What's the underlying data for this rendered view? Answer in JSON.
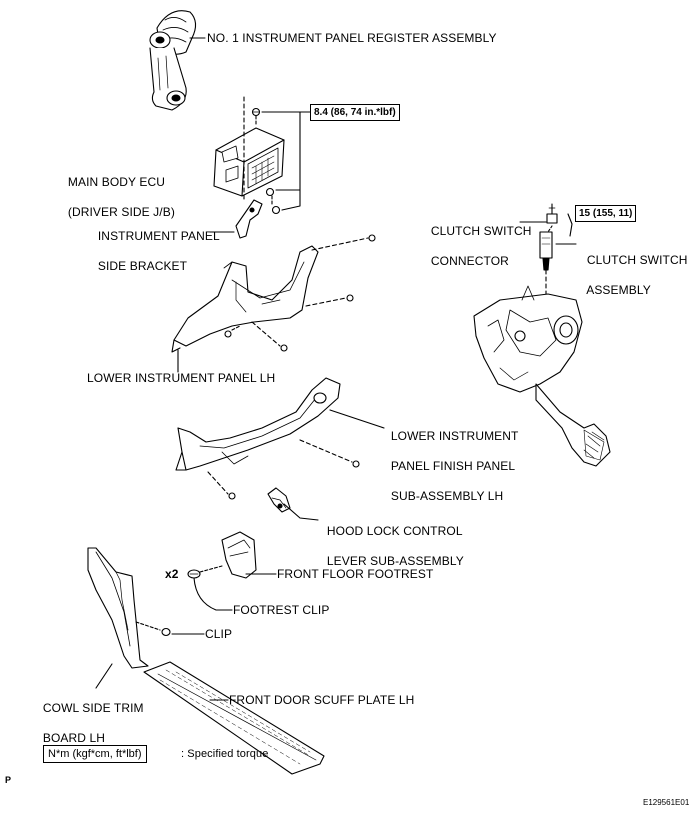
{
  "labels": {
    "register": "NO. 1 INSTRUMENT PANEL REGISTER ASSEMBLY",
    "ecu_line1": "MAIN BODY ECU",
    "ecu_line2": "(DRIVER SIDE J/B)",
    "bracket_line1": "INSTRUMENT PANEL",
    "bracket_line2": "SIDE BRACKET",
    "clutch_conn_line1": "CLUTCH SWITCH",
    "clutch_conn_line2": "CONNECTOR",
    "clutch_sw_line1": "CLUTCH SWITCH",
    "clutch_sw_line2": "ASSEMBLY",
    "lower_panel": "LOWER INSTRUMENT PANEL LH",
    "finish_line1": "LOWER INSTRUMENT",
    "finish_line2": "PANEL FINISH PANEL",
    "finish_line3": "SUB-ASSEMBLY LH",
    "hood_line1": "HOOD LOCK CONTROL",
    "hood_line2": "LEVER SUB-ASSEMBLY",
    "footrest": "FRONT FLOOR FOOTREST",
    "x2": "x2",
    "footrest_clip": "FOOTREST CLIP",
    "clip": "CLIP",
    "cowl_line1": "COWL SIDE TRIM",
    "cowl_line2": "BOARD LH",
    "scuff": "FRONT DOOR SCUFF PLATE LH"
  },
  "torque": {
    "ecu": "8.4 (86, 74 in.*lbf)",
    "clutch": "15 (155, 11)"
  },
  "legend": {
    "unit": "N*m (kgf*cm, ft*lbf)",
    "text": ": Specified torque"
  },
  "corner": {
    "p": "P",
    "code": "E129561E01"
  }
}
